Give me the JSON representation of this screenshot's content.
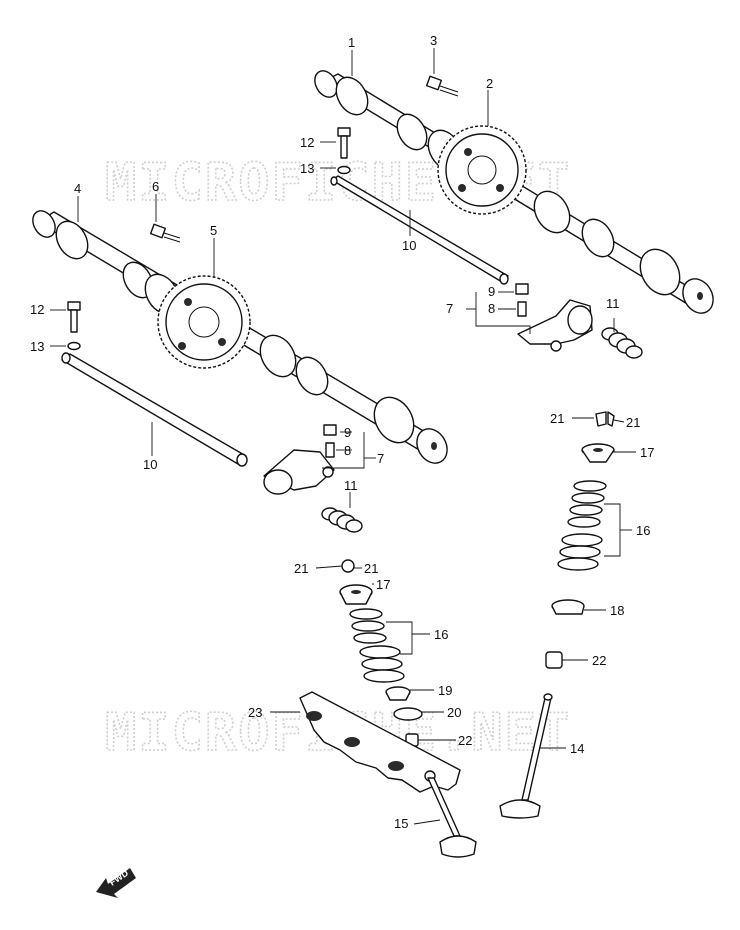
{
  "watermark": {
    "text": "MICROFICHE.NET"
  },
  "direction_badge": {
    "text": "FWD"
  },
  "callouts": [
    {
      "id": "c1",
      "label": "1"
    },
    {
      "id": "c2",
      "label": "2"
    },
    {
      "id": "c3",
      "label": "3"
    },
    {
      "id": "c4",
      "label": "4"
    },
    {
      "id": "c5",
      "label": "5"
    },
    {
      "id": "c6",
      "label": "6"
    },
    {
      "id": "c7a",
      "label": "7"
    },
    {
      "id": "c7b",
      "label": "7"
    },
    {
      "id": "c8a",
      "label": "8"
    },
    {
      "id": "c8b",
      "label": "8"
    },
    {
      "id": "c9a",
      "label": "9"
    },
    {
      "id": "c9b",
      "label": "9"
    },
    {
      "id": "c10a",
      "label": "10"
    },
    {
      "id": "c10b",
      "label": "10"
    },
    {
      "id": "c11a",
      "label": "11"
    },
    {
      "id": "c11b",
      "label": "11"
    },
    {
      "id": "c12a",
      "label": "12"
    },
    {
      "id": "c12b",
      "label": "12"
    },
    {
      "id": "c13a",
      "label": "13"
    },
    {
      "id": "c13b",
      "label": "13"
    },
    {
      "id": "c14",
      "label": "14"
    },
    {
      "id": "c15",
      "label": "15"
    },
    {
      "id": "c16a",
      "label": "16"
    },
    {
      "id": "c16b",
      "label": "16"
    },
    {
      "id": "c17a",
      "label": "17"
    },
    {
      "id": "c17b",
      "label": "17"
    },
    {
      "id": "c18",
      "label": "18"
    },
    {
      "id": "c19",
      "label": "19"
    },
    {
      "id": "c20",
      "label": "20"
    },
    {
      "id": "c21a",
      "label": "21"
    },
    {
      "id": "c21b",
      "label": "21"
    },
    {
      "id": "c21c",
      "label": "21"
    },
    {
      "id": "c21d",
      "label": "21"
    },
    {
      "id": "c22a",
      "label": "22"
    },
    {
      "id": "c22b",
      "label": "22"
    },
    {
      "id": "c23",
      "label": "23"
    }
  ]
}
